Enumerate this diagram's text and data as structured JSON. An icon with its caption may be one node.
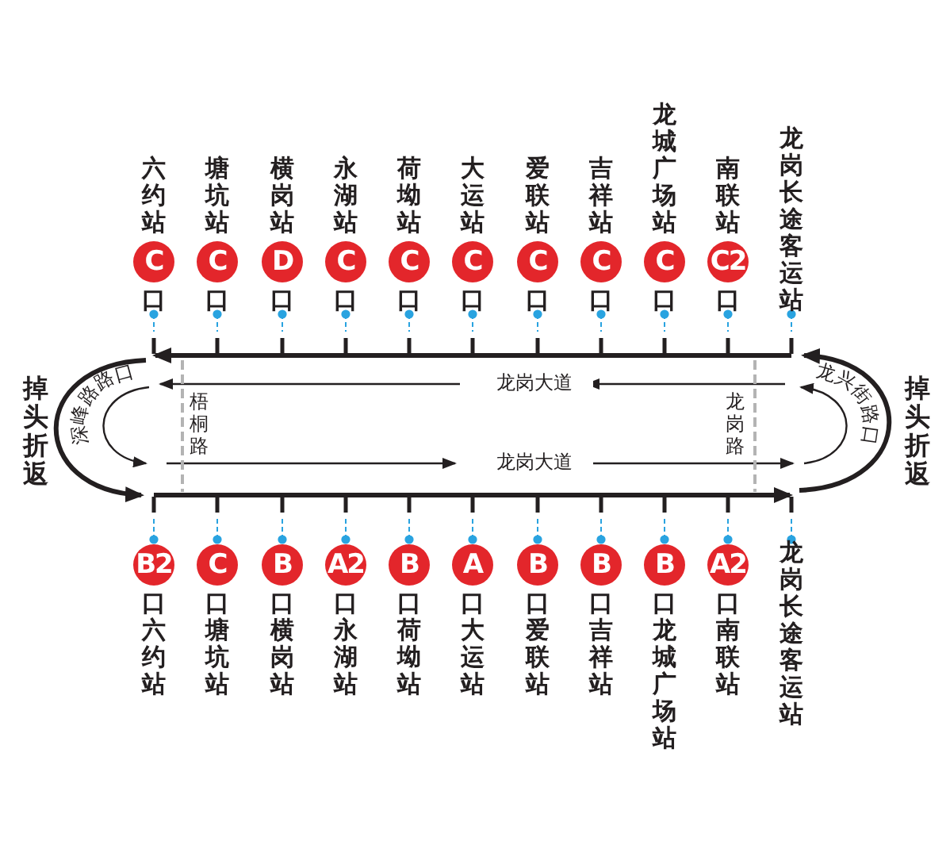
{
  "diagram": {
    "nodes": [
      {
        "text": [
          "六约站",
          "C",
          "口"
        ]
      },
      {
        "text": [
          "塘坑站",
          "C",
          "口"
        ]
      },
      {
        "text": [
          "横岗站",
          "D",
          "口"
        ]
      },
      {
        "text": [
          "永湖站",
          "C",
          "口"
        ]
      },
      {
        "text": [
          "荷坳站",
          "C",
          "口"
        ]
      },
      {
        "text": [
          "大运站",
          "C",
          "口"
        ]
      },
      {
        "text": [
          "爱联站",
          "C",
          "口"
        ]
      },
      {
        "text": [
          "吉祥站",
          "C",
          "口"
        ]
      },
      {
        "text": [
          "龙城广场站",
          "C",
          "口"
        ]
      },
      {
        "text": [
          "南联站",
          "C2",
          "口"
        ]
      },
      {
        "text": [
          "龙岗长途客运站"
        ]
      },
      {
        "text": [
          "B2",
          "口",
          "六约站"
        ]
      },
      {
        "text": [
          "C",
          "口",
          "塘坑站"
        ]
      },
      {
        "text": [
          "B",
          "口",
          "横岗站"
        ]
      },
      {
        "text": [
          "A2",
          "口",
          "永湖站"
        ]
      },
      {
        "text": [
          "B",
          "口",
          "荷坳站"
        ]
      },
      {
        "text": [
          "A",
          "口",
          "大运站"
        ]
      },
      {
        "text": [
          "B",
          "口",
          "爱联站"
        ]
      },
      {
        "text": [
          "B",
          "口",
          "吉祥站"
        ]
      },
      {
        "text": [
          "B",
          "口",
          "龙城广场站"
        ]
      },
      {
        "text": [
          "A2",
          "口",
          "南联站"
        ]
      },
      {
        "text": [
          "龙岗长途客运站"
        ]
      }
    ],
    "edges": [
      {
        "from": 0,
        "to": null,
        "arrow": "other",
        "style": "dashed",
        "color": "#29a3e0"
      },
      {
        "from": 1,
        "to": null,
        "arrow": "other",
        "style": "dashed",
        "color": "#29a3e0"
      },
      {
        "from": 2,
        "to": null,
        "arrow": "other",
        "style": "dashed",
        "color": "#29a3e0"
      },
      {
        "from": 3,
        "to": null,
        "arrow": "other",
        "style": "dashed",
        "color": "#29a3e0"
      },
      {
        "from": 4,
        "to": null,
        "arrow": "other",
        "style": "dashed",
        "color": "#29a3e0"
      },
      {
        "from": 5,
        "to": null,
        "arrow": "other",
        "style": "dashed",
        "color": "#29a3e0"
      },
      {
        "from": 6,
        "to": null,
        "arrow": "other",
        "style": "dashed",
        "color": "#29a3e0"
      },
      {
        "from": 7,
        "to": null,
        "arrow": "other",
        "style": "dashed",
        "color": "#29a3e0"
      },
      {
        "from": 8,
        "to": null,
        "arrow": "other",
        "style": "dashed",
        "color": "#29a3e0"
      },
      {
        "from": 9,
        "to": null,
        "arrow": "other",
        "style": "dashed",
        "color": "#29a3e0"
      },
      {
        "from": 10,
        "to": null,
        "arrow": "other",
        "style": "dashed",
        "color": "#29a3e0"
      },
      {
        "from": 11,
        "to": null,
        "arrow": "other",
        "style": "dashed",
        "color": "#29a3e0"
      },
      {
        "from": 12,
        "to": null,
        "arrow": "other",
        "style": "dashed",
        "color": "#29a3e0"
      },
      {
        "from": 13,
        "to": null,
        "arrow": "other",
        "style": "dashed",
        "color": "#29a3e0"
      },
      {
        "from": 14,
        "to": null,
        "arrow": "other",
        "style": "dashed",
        "color": "#29a3e0"
      },
      {
        "from": 15,
        "to": null,
        "arrow": "other",
        "style": "dashed",
        "color": "#29a3e0"
      },
      {
        "from": 16,
        "to": null,
        "arrow": "other",
        "style": "dashed",
        "color": "#29a3e0"
      },
      {
        "from": 17,
        "to": null,
        "arrow": "other",
        "style": "dashed",
        "color": "#29a3e0"
      },
      {
        "from": 18,
        "to": null,
        "arrow": "other",
        "style": "dashed",
        "color": "#29a3e0"
      },
      {
        "from": 19,
        "to": null,
        "arrow": "other",
        "style": "dashed",
        "color": "#29a3e0"
      },
      {
        "from": 20,
        "to": null,
        "arrow": "other",
        "style": "dashed",
        "color": "#29a3e0"
      },
      {
        "from": 21,
        "to": null,
        "arrow": "other",
        "style": "dashed",
        "color": "#29a3e0"
      },
      {
        "from": 10,
        "to": 0,
        "arrow": "to",
        "style": "thick",
        "color": "#231f20"
      },
      {
        "from": 0,
        "to": 11,
        "arrow": "to",
        "style": "thick",
        "color": "#231f20"
      },
      {
        "from": 11,
        "to": 21,
        "arrow": "to",
        "style": "thick",
        "color": "#231f20"
      },
      {
        "from": 21,
        "to": 10,
        "arrow": "to",
        "style": "thick",
        "color": "#231f20"
      }
    ],
    "labels": [
      "深峰路路口",
      "龙兴街路口",
      "掉头折返",
      "龙岗大道",
      "掉头折返",
      "梧桐路",
      "龙岗路",
      "龙岗大道"
    ]
  }
}
